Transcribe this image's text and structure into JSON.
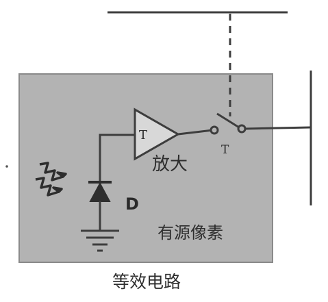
{
  "diagram": {
    "caption": "等效电路",
    "pixel_label": "有源像素",
    "amplifier_label": "放大",
    "amplifier_inner_label": "T",
    "switch_label": "T",
    "photodiode_label": "D"
  },
  "colors": {
    "pixel_fill": "#b3b3b3",
    "pixel_border": "#7a7a7a",
    "wire": "#3d3d3d",
    "text": "#2e2e2e"
  },
  "icons": [
    "light-arrows-icon",
    "photodiode-icon",
    "ground-icon",
    "amplifier-icon",
    "switch-icon"
  ]
}
